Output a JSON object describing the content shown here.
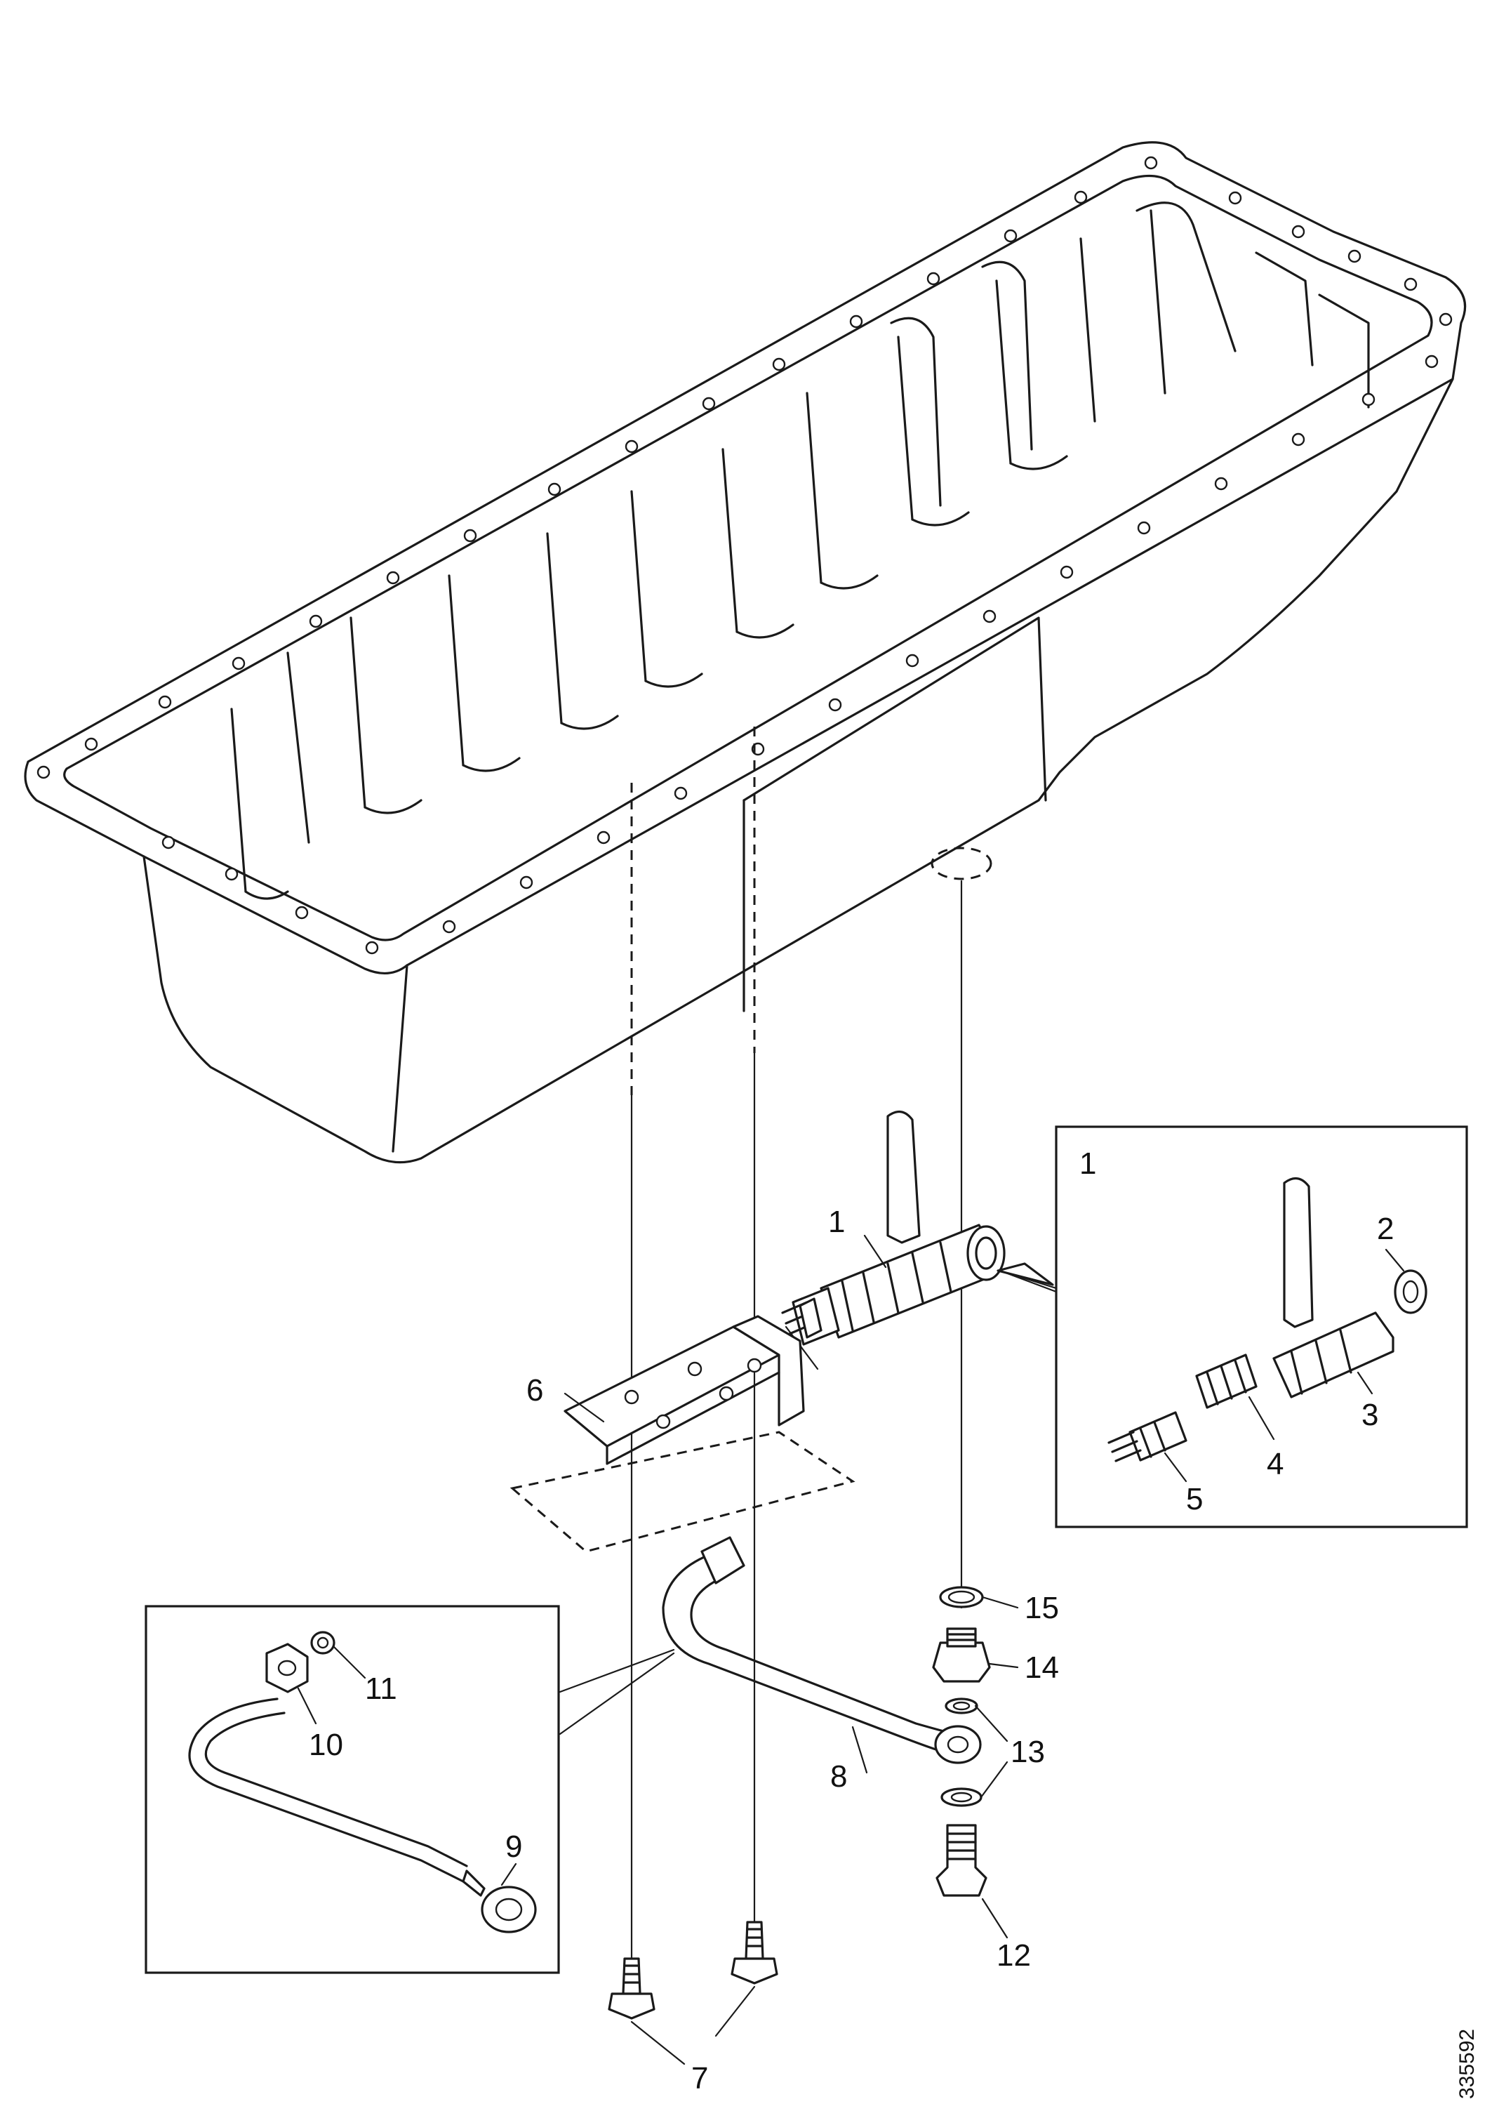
{
  "callouts": {
    "main_1": "1",
    "main_6": "6",
    "main_7": "7",
    "main_8": "8",
    "main_12": "12",
    "main_13": "13",
    "main_14": "14",
    "main_15": "15",
    "detail1_header": "1",
    "detail1_2": "2",
    "detail1_3": "3",
    "detail1_4": "4",
    "detail1_5": "5",
    "detail2_9": "9",
    "detail2_10": "10",
    "detail2_11": "11"
  },
  "image_reference": "335592",
  "colors": {
    "line": "#1a1a1a",
    "background": "#ffffff"
  }
}
